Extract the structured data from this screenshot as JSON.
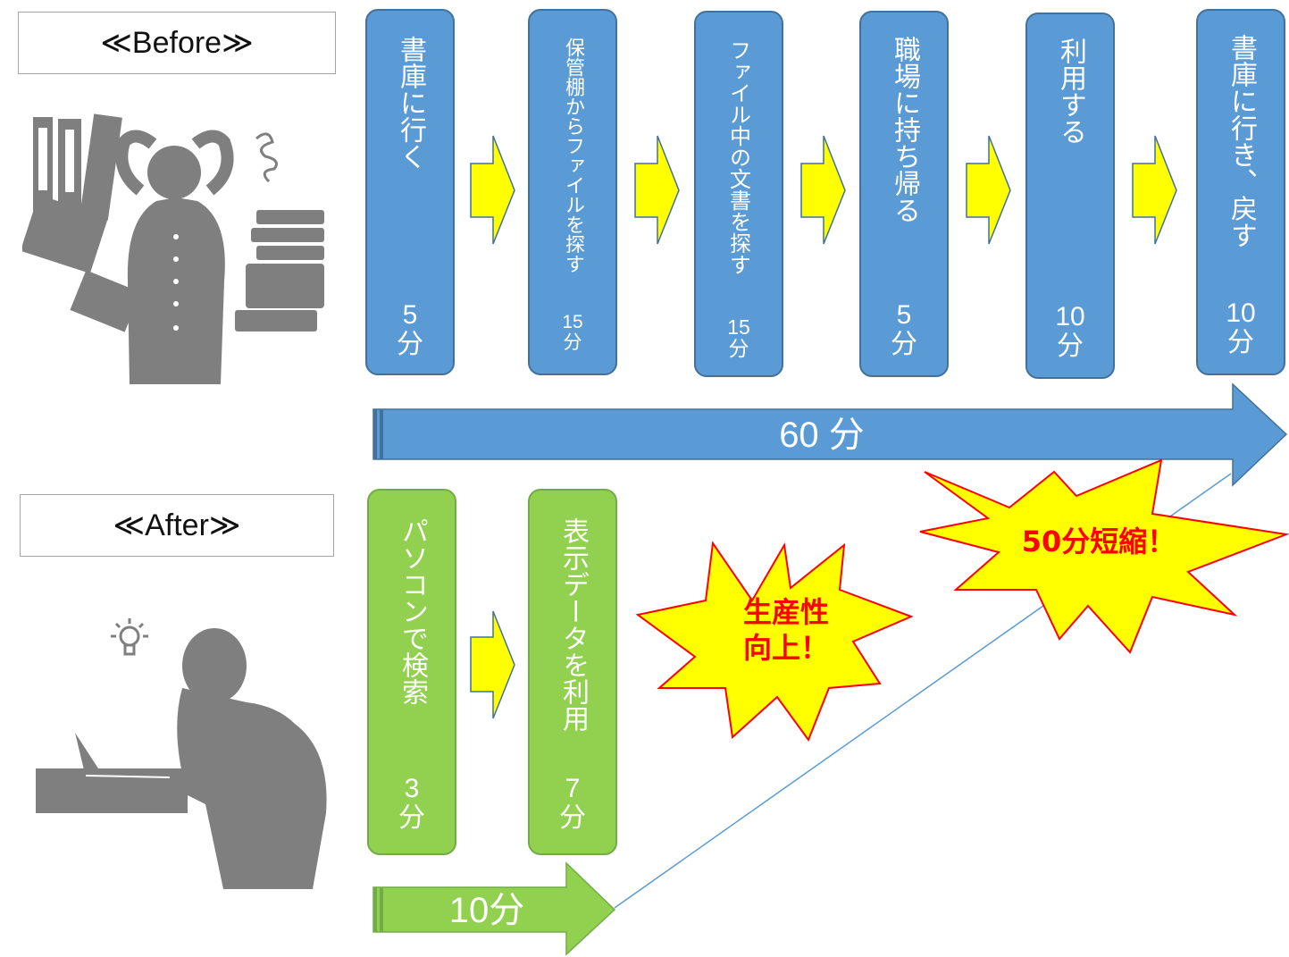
{
  "before": {
    "label": "≪Before≫",
    "steps": [
      {
        "text": "書庫に行く",
        "num": "5",
        "unit": "分"
      },
      {
        "text": "保管棚からファイルを探す",
        "num": "15",
        "unit": "分"
      },
      {
        "text": "ファイル中の文書を探す",
        "num": "15",
        "unit": "分"
      },
      {
        "text": "職場に持ち帰る",
        "num": "5",
        "unit": "分"
      },
      {
        "text": "利用する",
        "num": "10",
        "unit": "分"
      },
      {
        "text": "書庫に行き、戻す",
        "num": "10",
        "unit": "分"
      }
    ],
    "total": "60 分"
  },
  "after": {
    "label": "≪After≫",
    "steps": [
      {
        "text": "パソコンで検索",
        "num": "3",
        "unit": "分"
      },
      {
        "text": "表示データを利用",
        "num": "7",
        "unit": "分"
      }
    ],
    "total": "10分"
  },
  "callouts": {
    "productivity_line1": "生産性",
    "productivity_line2": "向上！",
    "reduction": "50分短縮！"
  },
  "colors": {
    "blue": "#5b9bd5",
    "blue_border": "#41719c",
    "green": "#92d050",
    "green_border": "#70ad47",
    "step_arrow": "#ffff00",
    "silhouette": "#7f7f7f",
    "burst_fill": "#ffff00",
    "burst_text": "#ff0000"
  }
}
